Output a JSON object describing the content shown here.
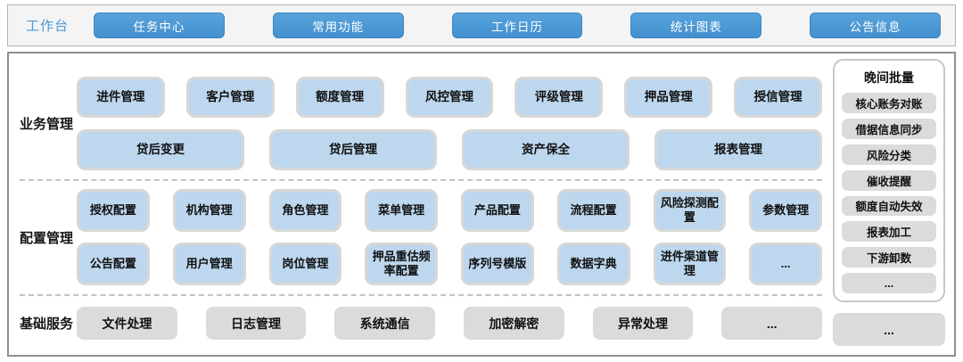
{
  "colors": {
    "accent_blue": "#4b99d6",
    "module_blue_fill": "#bdd7ee",
    "module_border_gray": "#d7d7d7",
    "gray_box_fill": "#dbdbdb",
    "topbar_bg": "#f4f4f4"
  },
  "topbar": {
    "label": "工作台",
    "buttons": [
      "任务中心",
      "常用功能",
      "工作日历",
      "统计图表",
      "公告信息"
    ]
  },
  "sections": {
    "business": {
      "label": "业务管理",
      "row1": [
        "进件管理",
        "客户管理",
        "额度管理",
        "风控管理",
        "评级管理",
        "押品管理",
        "授信管理"
      ],
      "row2": [
        "贷后变更",
        "贷后管理",
        "资产保全",
        "报表管理"
      ]
    },
    "config": {
      "label": "配置管理",
      "row1": [
        "授权配置",
        "机构管理",
        "角色管理",
        "菜单管理",
        "产品配置",
        "流程配置",
        "风险探测配置",
        "参数管理"
      ],
      "row2": [
        "公告配置",
        "用户管理",
        "岗位管理",
        "押品重估频率配置",
        "序列号模版",
        "数据字典",
        "进件渠道管理",
        "..."
      ]
    },
    "base": {
      "label": "基础服务",
      "items": [
        "文件处理",
        "日志管理",
        "系统通信",
        "加密解密",
        "异常处理",
        "..."
      ]
    }
  },
  "night_batch": {
    "title": "晚间批量",
    "items": [
      "核心账务对账",
      "借据信息同步",
      "风险分类",
      "催收提醒",
      "额度自动失效",
      "报表加工",
      "下游卸数",
      "..."
    ]
  },
  "right_footer": "..."
}
